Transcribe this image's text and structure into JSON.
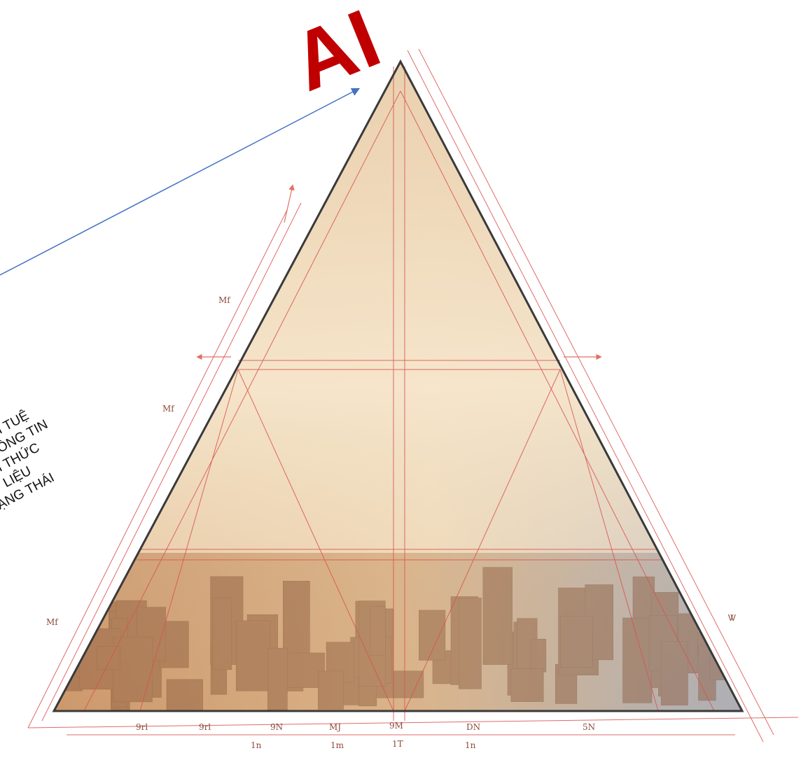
{
  "title": "AI",
  "levels": [
    "TRÍ TUỆ",
    "THÔNG TIN",
    "TRI THỨC",
    "DỮ LIỆU",
    "TRẠNG THÁI"
  ],
  "side_marks": [
    "Mf",
    "Mf",
    "Mf"
  ],
  "bottom_marks": [
    "9rl",
    "9rl",
    "9N",
    "MJ",
    "9M",
    "DN",
    "5N"
  ],
  "bottom_marks_2": [
    "1n",
    "1m",
    "1T",
    "1n"
  ],
  "right_mark": "Ꮤ",
  "colors": {
    "title": "#c00000",
    "arrow": "#4472c4",
    "construction": "#d9534f",
    "outline": "#3a3a3a"
  }
}
